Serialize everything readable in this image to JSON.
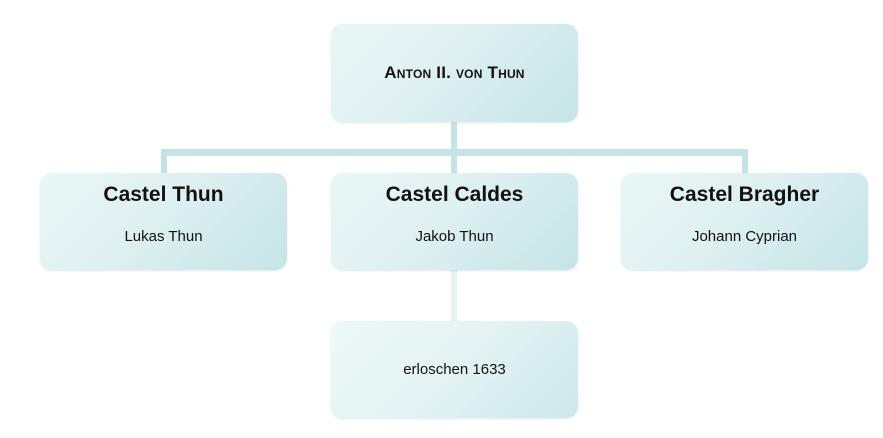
{
  "root": {
    "title": "Anton II. von Thun"
  },
  "branches": [
    {
      "title": "Castel Thun",
      "subtitle": "Lukas Thun"
    },
    {
      "title": "Castel Caldes",
      "subtitle": "Jakob Thun"
    },
    {
      "title": "Castel Bragher",
      "subtitle": "Johann Cyprian"
    }
  ],
  "child": {
    "text": "erloschen 1633"
  },
  "colors": {
    "connector": "#c4e3e5",
    "connector_faint": "#e6f3f4",
    "node_light": "#eaf6f6",
    "node_dark": "#c5e4e7"
  }
}
